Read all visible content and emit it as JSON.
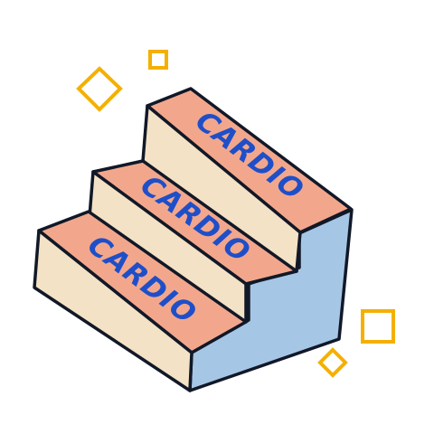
{
  "illustration": {
    "steps": [
      {
        "label": "CARDIO"
      },
      {
        "label": "CARDIO"
      },
      {
        "label": "CARDIO"
      }
    ],
    "colors": {
      "outline": "#111827",
      "step_top": "#F2A78C",
      "step_front": "#F4E2C6",
      "side_wall": "#A6C6E6",
      "label": "#1E4FC9",
      "sparkle": "#F4B000"
    }
  }
}
